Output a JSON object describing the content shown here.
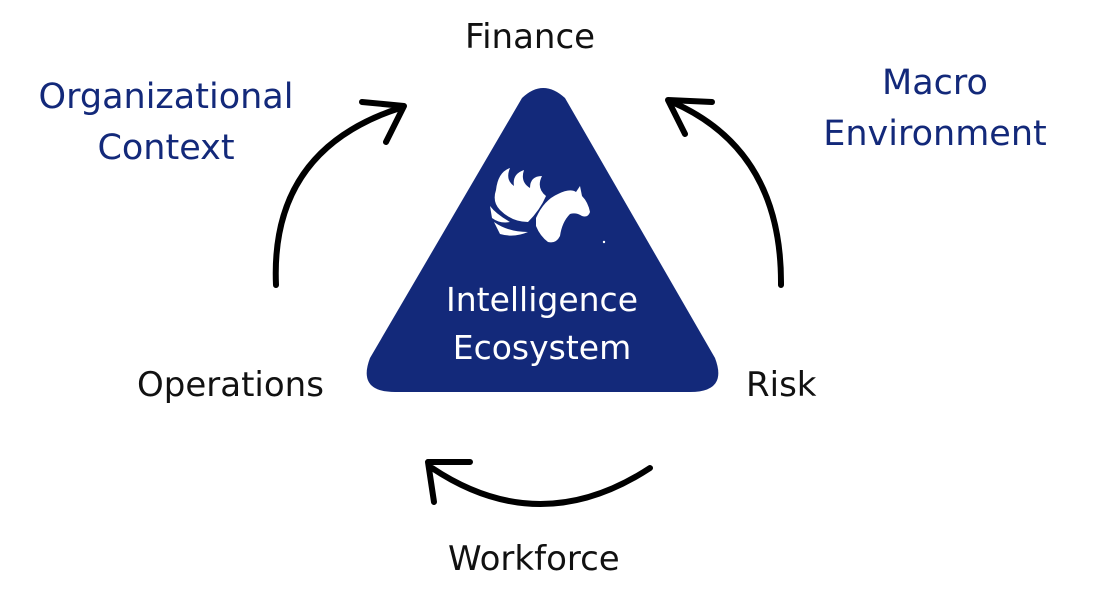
{
  "diagram": {
    "nodes": {
      "top": "Finance",
      "left": "Operations",
      "right": "Risk",
      "bottom": "Workforce"
    },
    "center": {
      "line1": "Intelligence",
      "line2": "Ecosystem",
      "logo_icon": "pegasus-icon"
    },
    "context_left": {
      "line1": "Organizational",
      "line2": "Context"
    },
    "context_right": {
      "line1": "Macro",
      "line2": "Environment"
    }
  },
  "colors": {
    "triangle": "#13297a",
    "context_text": "#13297a",
    "node_text": "#111111",
    "arrow": "#000000",
    "center_text": "#ffffff"
  }
}
